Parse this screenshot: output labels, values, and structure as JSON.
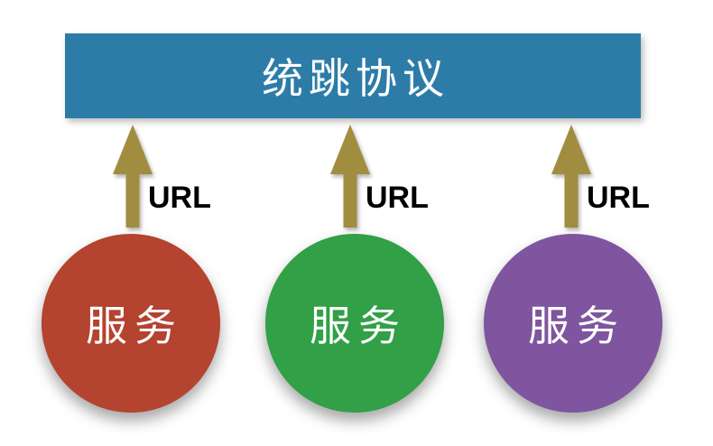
{
  "diagram": {
    "background_color": "#ffffff",
    "protocol_bar": {
      "title": "统跳协议",
      "color": "#2d7ca8",
      "text_color": "#ffffff"
    },
    "arrow_color": "#a18d3f",
    "url_text_color": "#000000",
    "arrows": [
      {
        "label": "URL"
      },
      {
        "label": "URL"
      },
      {
        "label": "URL"
      }
    ],
    "nodes": [
      {
        "label": "服务",
        "color": "#b4432f"
      },
      {
        "label": "服务",
        "color": "#31a046"
      },
      {
        "label": "服务",
        "color": "#7e559e"
      }
    ],
    "node_text_color": "#ffffff"
  }
}
